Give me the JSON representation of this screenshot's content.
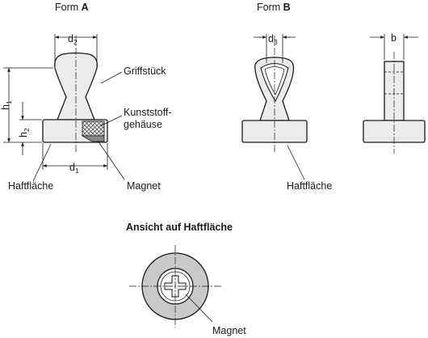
{
  "form_a": {
    "prefix": "Form ",
    "letter": "A"
  },
  "form_b": {
    "prefix": "Form ",
    "letter": "B"
  },
  "dims": {
    "d": "d",
    "h": "h",
    "b": "b",
    "s1": "1",
    "s2": "2",
    "s3": "3"
  },
  "labels": {
    "griffstueck": "Griffstück",
    "kunststoff_1": "Kunststoff-",
    "kunststoff_2": "gehäuse",
    "magnet_a": "Magnet",
    "haftflaeche_a": "Haftfläche",
    "haftflaeche_b": "Haftfläche",
    "ansicht": "Ansicht auf Haftfläche",
    "magnet_bottom": "Magnet"
  }
}
